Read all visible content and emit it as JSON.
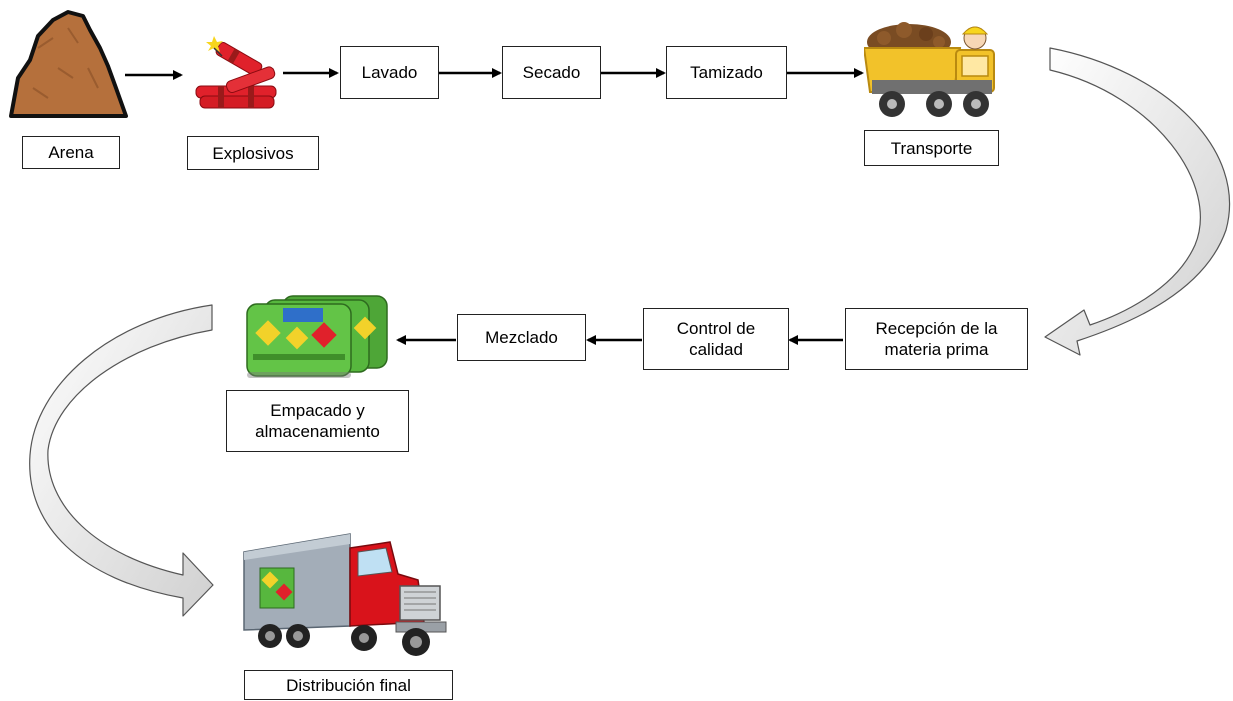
{
  "steps": {
    "arena": "Arena",
    "explosivos": "Explosivos",
    "lavado": "Lavado",
    "secado": "Secado",
    "tamizado": "Tamizado",
    "transporte": "Transporte",
    "recepcion": "Recepción de la\nmateria prima",
    "control": "Control de\ncalidad",
    "mezclado": "Mezclado",
    "empacado": "Empacado y\nalmacenamiento",
    "distribucion": "Distribución final"
  },
  "images": {
    "sand": "sand-pile",
    "dynamite": "dynamite-sticks",
    "dump_truck": "dump-truck",
    "bags": "cement-bags",
    "semi_truck": "semi-truck"
  },
  "colors": {
    "sand": "#b5703c",
    "dynamite": "#e0212b",
    "truck_yellow": "#f2c22a",
    "bag_green": "#57b73e",
    "truck_red": "#d9131b",
    "trailer": "#a3adb8",
    "curved_arrow": "#e4e4e4"
  }
}
